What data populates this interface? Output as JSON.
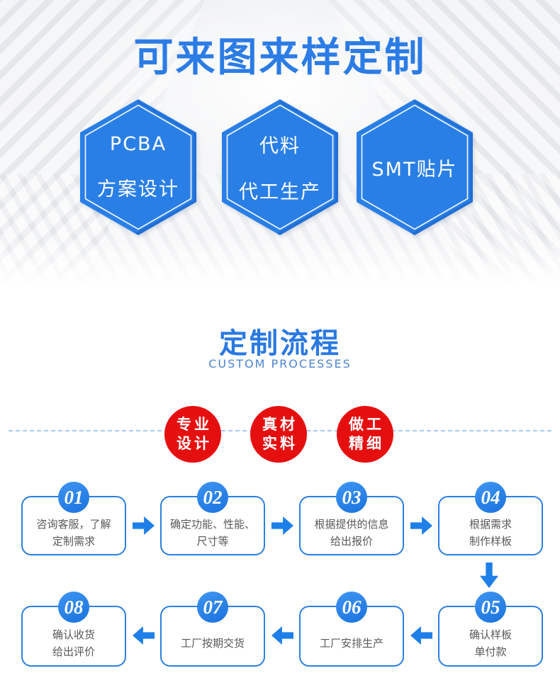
{
  "banner": {
    "title": "可来图来样定制",
    "hexagons": [
      {
        "line1": "PCBA",
        "line2": "方案设计"
      },
      {
        "line1": "代料",
        "line2": "代工生产"
      },
      {
        "line1": "SMT贴片",
        "line2": ""
      }
    ]
  },
  "process": {
    "title": "定制流程",
    "subtitle": "CUSTOM PROCESSES",
    "quality_badges": [
      {
        "line1": "专业",
        "line2": "设计"
      },
      {
        "line1": "真材",
        "line2": "实料"
      },
      {
        "line1": "做工",
        "line2": "精细"
      }
    ],
    "steps": [
      {
        "num": "01",
        "line1": "咨询客服，了解",
        "line2": "定制需求"
      },
      {
        "num": "02",
        "line1": "确定功能、性能、",
        "line2": "尺寸等"
      },
      {
        "num": "03",
        "line1": "根据提供的信息",
        "line2": "给出报价"
      },
      {
        "num": "04",
        "line1": "根据需求",
        "line2": "制作样板"
      },
      {
        "num": "05",
        "line1": "确认样板",
        "line2": "单付款"
      },
      {
        "num": "06",
        "line1": "工厂安排生产",
        "line2": ""
      },
      {
        "num": "07",
        "line1": "工厂按期交货",
        "line2": ""
      },
      {
        "num": "08",
        "line1": "确认收货",
        "line2": "给出评价"
      }
    ]
  },
  "colors": {
    "primary_blue": "#2b7ce5",
    "hexagon_blue": "#2a7fe6",
    "box_border_blue": "#2b80e2",
    "arrow_blue": "#1e7fe8",
    "badge_red": "#e60f10",
    "subtitle_blue": "#4d85d2",
    "dashed_line_blue": "#a9c8ec",
    "step_text_gray": "#57585a",
    "banner_gray": "#f0f1f3"
  }
}
